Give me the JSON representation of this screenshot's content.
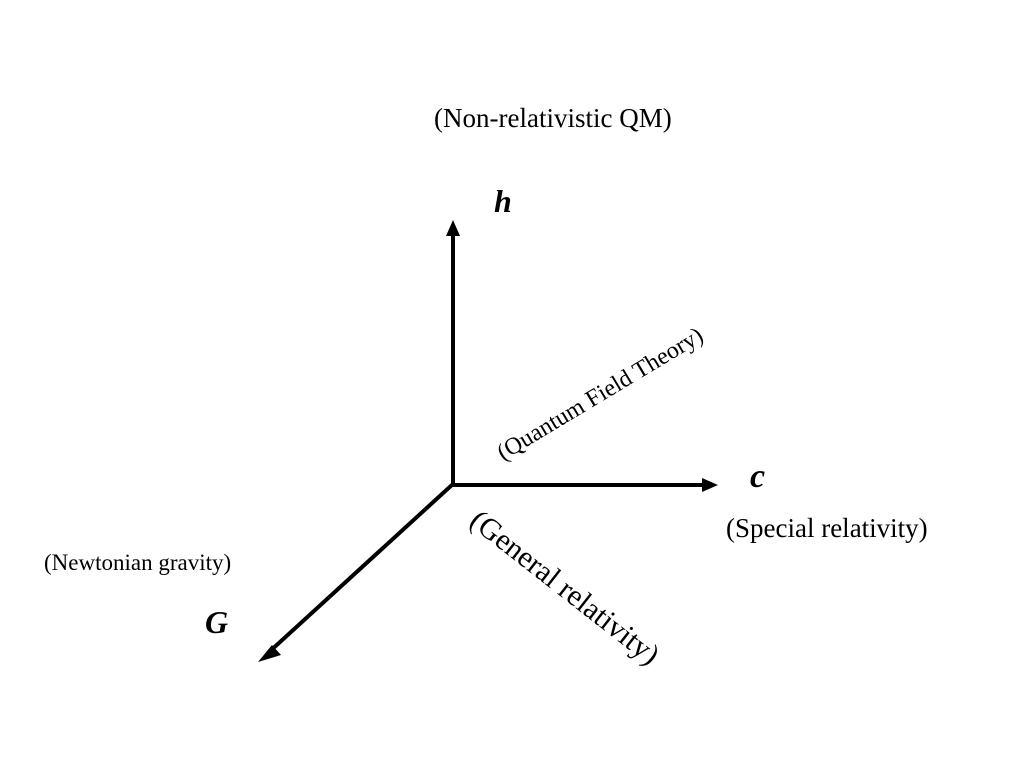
{
  "axes": {
    "h": {
      "symbol": "h",
      "regime": "(Non-relativistic QM)"
    },
    "c": {
      "symbol": "c",
      "regime": "(Special relativity)"
    },
    "G": {
      "symbol": "G",
      "regime": "(Newtonian gravity)"
    }
  },
  "planes": {
    "hc": "(Quantum Field Theory)",
    "cG": "(General relativity)"
  },
  "colors": {
    "ink": "#000000",
    "background": "#ffffff"
  }
}
